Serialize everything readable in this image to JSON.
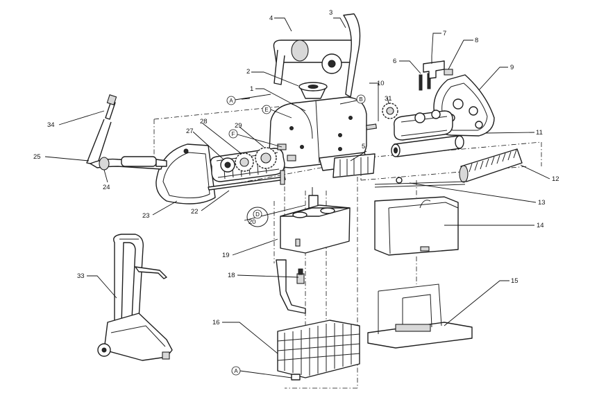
{
  "callouts": [
    {
      "id": "c1",
      "label": "1"
    },
    {
      "id": "c2",
      "label": "2"
    },
    {
      "id": "c3",
      "label": "3"
    },
    {
      "id": "c4",
      "label": "4"
    },
    {
      "id": "c5",
      "label": "5"
    },
    {
      "id": "c6",
      "label": "6"
    },
    {
      "id": "c7",
      "label": "7"
    },
    {
      "id": "c8",
      "label": "8"
    },
    {
      "id": "c9",
      "label": "9"
    },
    {
      "id": "c10",
      "label": "10"
    },
    {
      "id": "c11",
      "label": "11"
    },
    {
      "id": "c12",
      "label": "12"
    },
    {
      "id": "c13",
      "label": "13"
    },
    {
      "id": "c14",
      "label": "14"
    },
    {
      "id": "c15",
      "label": "15"
    },
    {
      "id": "c16",
      "label": "16"
    },
    {
      "id": "c18",
      "label": "18"
    },
    {
      "id": "c19",
      "label": "19"
    },
    {
      "id": "c20",
      "label": "20"
    },
    {
      "id": "c22",
      "label": "22"
    },
    {
      "id": "c23",
      "label": "23"
    },
    {
      "id": "c24",
      "label": "24"
    },
    {
      "id": "c25",
      "label": "25"
    },
    {
      "id": "c27",
      "label": "27"
    },
    {
      "id": "c28",
      "label": "28"
    },
    {
      "id": "c29",
      "label": "29"
    },
    {
      "id": "c31",
      "label": "31"
    },
    {
      "id": "c33",
      "label": "33"
    },
    {
      "id": "c34",
      "label": "34"
    }
  ],
  "markers": [
    {
      "id": "mA1",
      "label": "A"
    },
    {
      "id": "mB",
      "label": "B"
    },
    {
      "id": "mE",
      "label": "E"
    },
    {
      "id": "mF",
      "label": "F"
    },
    {
      "id": "mD",
      "label": "D"
    },
    {
      "id": "mA2",
      "label": "A"
    }
  ]
}
